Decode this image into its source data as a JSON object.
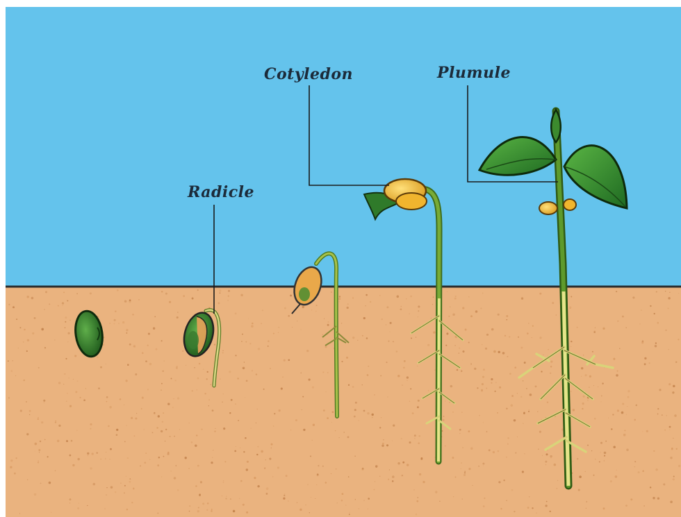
{
  "labels": {
    "radicle": "Radicle",
    "cotyledon": "Cotyledon",
    "plumule": "Plumule"
  },
  "colors": {
    "sky": "#64c3ec",
    "soil": "#eab37f",
    "soil_speck": "#c07f49",
    "horizon": "#2a2a2a",
    "seed_green": "#2f7a2a",
    "stem_green": "#6fa334",
    "root_yellow": "#e6e48a",
    "cotyledon_yellow": "#f3c23a",
    "leaf_green": "#3d9a34"
  },
  "stages": [
    {
      "name": "seed"
    },
    {
      "name": "germinating-seed"
    },
    {
      "name": "hooked-seedling"
    },
    {
      "name": "seedling-with-cotyledon"
    },
    {
      "name": "young-plant"
    }
  ]
}
